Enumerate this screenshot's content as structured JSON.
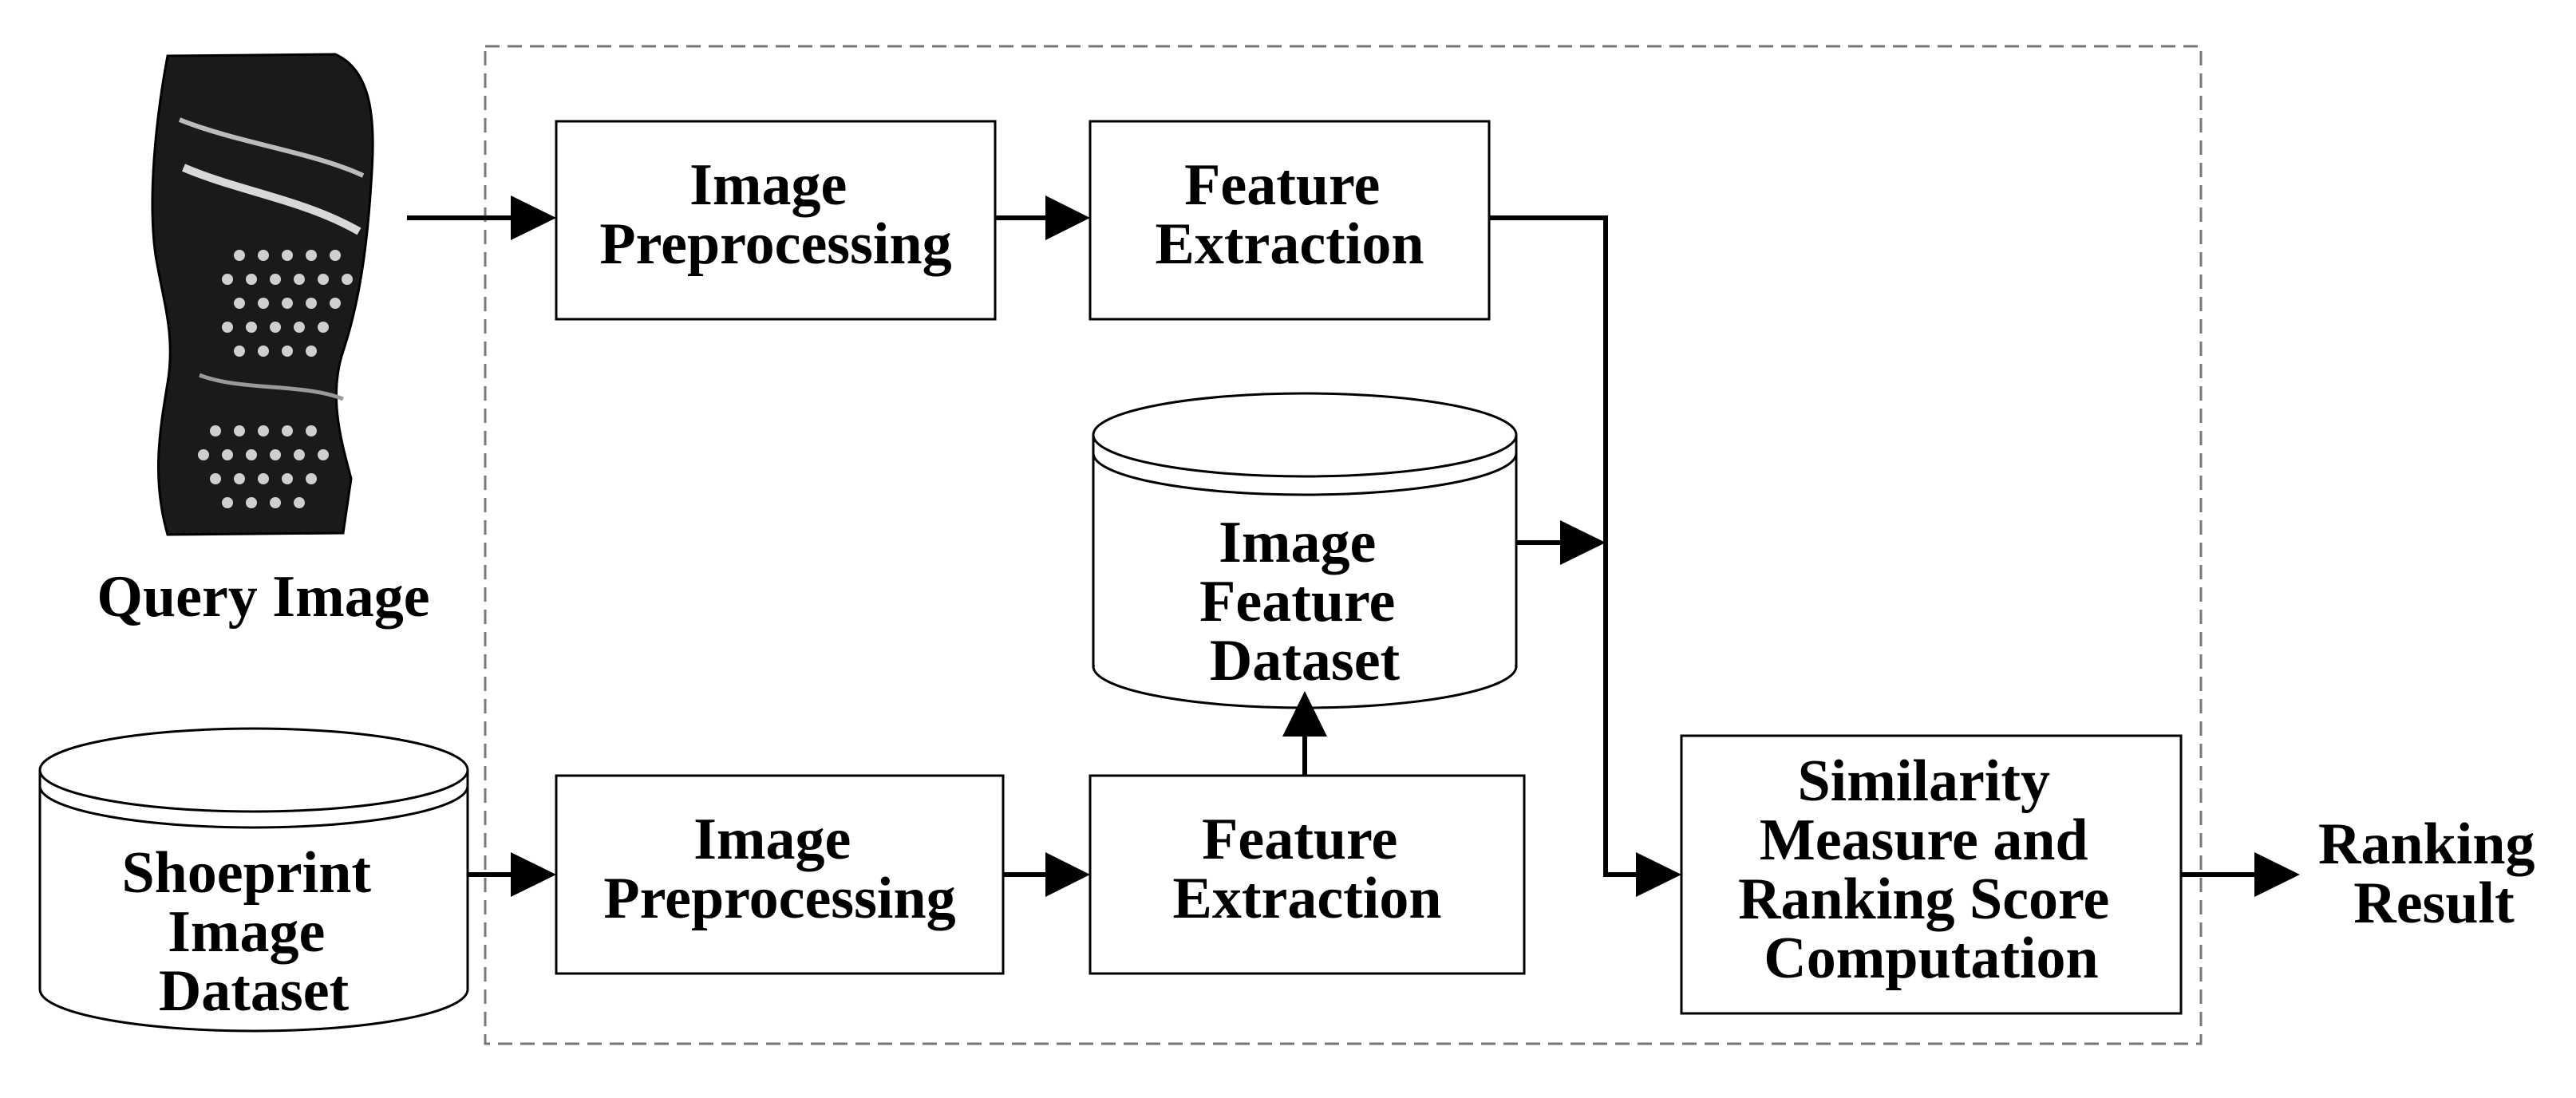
{
  "query_image": {
    "caption": "Query Image"
  },
  "shoeprint_dataset": {
    "lines": [
      "Shoeprint",
      "Image",
      "Dataset"
    ]
  },
  "top_row": {
    "preprocessing": {
      "lines": [
        "Image",
        "Preprocessing"
      ]
    },
    "feature_extraction": {
      "lines": [
        "Feature",
        "Extraction"
      ]
    }
  },
  "bottom_row": {
    "preprocessing": {
      "lines": [
        "Image",
        "Preprocessing"
      ]
    },
    "feature_extraction": {
      "lines": [
        "Feature",
        "Extraction"
      ]
    }
  },
  "feature_dataset": {
    "lines": [
      "Image",
      "Feature",
      "Dataset"
    ]
  },
  "similarity": {
    "lines": [
      "Similarity",
      "Measure and",
      "Ranking Score",
      "Computation"
    ]
  },
  "result": {
    "lines": [
      "Ranking",
      "Result"
    ]
  }
}
